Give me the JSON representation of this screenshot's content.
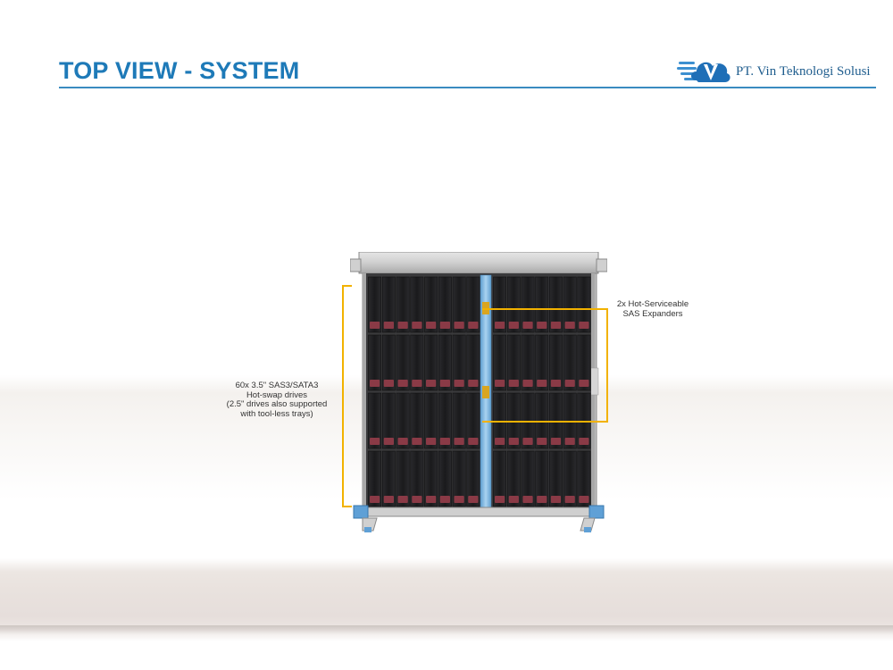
{
  "header": {
    "title": "TOP VIEW - SYSTEM",
    "company_name": "PT. Vin Teknologi Solusi",
    "logo_icon": "cloud-v-logo-icon"
  },
  "callouts": {
    "drives": {
      "lines": [
        "60x 3.5\" SAS3/SATA3",
        "Hot-swap drives",
        "(2.5\" drives also supported",
        "with tool-less trays)"
      ]
    },
    "expanders": {
      "lines": [
        "2x Hot-Serviceable",
        "SAS Expanders"
      ]
    }
  },
  "colors": {
    "title": "#1e7ab8",
    "rule": "#3a8bc0",
    "bracket": "#f2b200",
    "drive_body": "#1c1c1e",
    "drive_latch": "#8a3a46",
    "expander_blue": "#7fb6e0",
    "chassis_gray": "#c9c9c9"
  },
  "drive_bay": {
    "rows": 4,
    "columns": 15,
    "total_drives": 60
  }
}
